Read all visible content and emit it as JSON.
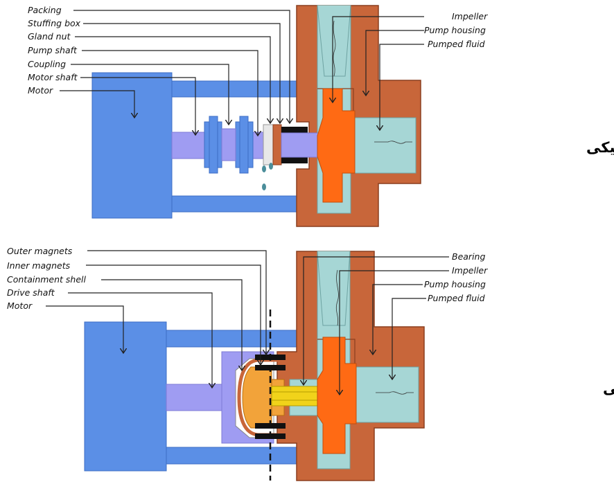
{
  "top_diagram": {
    "title": "پمپ با سیل مکانیکی",
    "left_labels": [
      "Packing",
      "Stuffing box",
      "Gland nut",
      "Pump shaft",
      "Coupling",
      "Motor shaft",
      "Motor"
    ],
    "right_labels": [
      "Impeller",
      "Pump housing",
      "Pumped fluid"
    ]
  },
  "bottom_diagram": {
    "title": "پمپ بدون سیل مکانیکی",
    "left_labels": [
      "Outer magnets",
      "Inner magnets",
      "Containment shell",
      "Drive shaft",
      "Motor"
    ],
    "right_labels": [
      "Bearing",
      "Impeller",
      "Pump housing",
      "Pumped fluid"
    ]
  },
  "colors": {
    "motor": "#5b8fe6",
    "shaft": "#9f9cf2",
    "housing": "#c8663a",
    "fluid": "#a6d6d5",
    "impeller": "#ff6a14",
    "magnet": "#f2a33a",
    "drive_pin": "#f1d31a"
  }
}
